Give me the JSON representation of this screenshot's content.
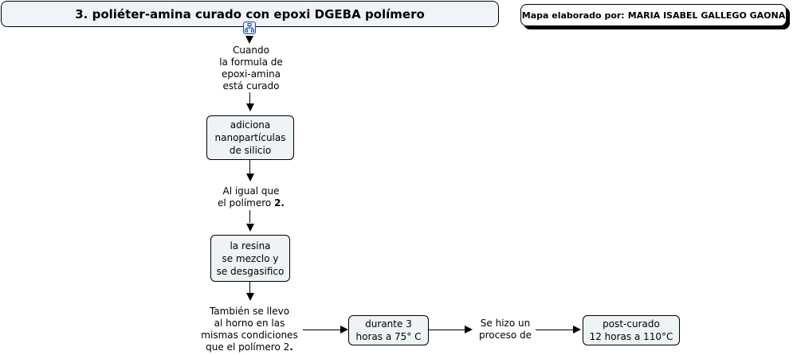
{
  "title": "3. poliéter-amina curado con epoxi DGEBA polímero",
  "author": {
    "prefix": "Mapa elaborado por:",
    "name": "MARIA ISABEL GALLEGO GAONA"
  },
  "icons": {
    "link": "sitemap-icon"
  },
  "nodes": {
    "n1": [
      "adiciona",
      "nanopartículas",
      "de silicio"
    ],
    "n2": [
      "la resina",
      "se mezclo y",
      "se desgasifico"
    ],
    "n3": [
      "durante 3",
      "horas a 75° C"
    ],
    "n4": [
      "post-curado",
      "12 horas a 110°C"
    ]
  },
  "labels": {
    "l1": [
      "Cuando",
      "la formula de",
      "epoxi-amina",
      "está curado"
    ],
    "l2": [
      "Al igual que",
      "el polímero "
    ],
    "l2_bold": "2.",
    "l3": [
      "También se llevo",
      "al horno en las",
      "mismas condiciones",
      "que el polímero 2"
    ],
    "l3_bold": ".",
    "l4": [
      "Se hizo un",
      "proceso de"
    ]
  }
}
